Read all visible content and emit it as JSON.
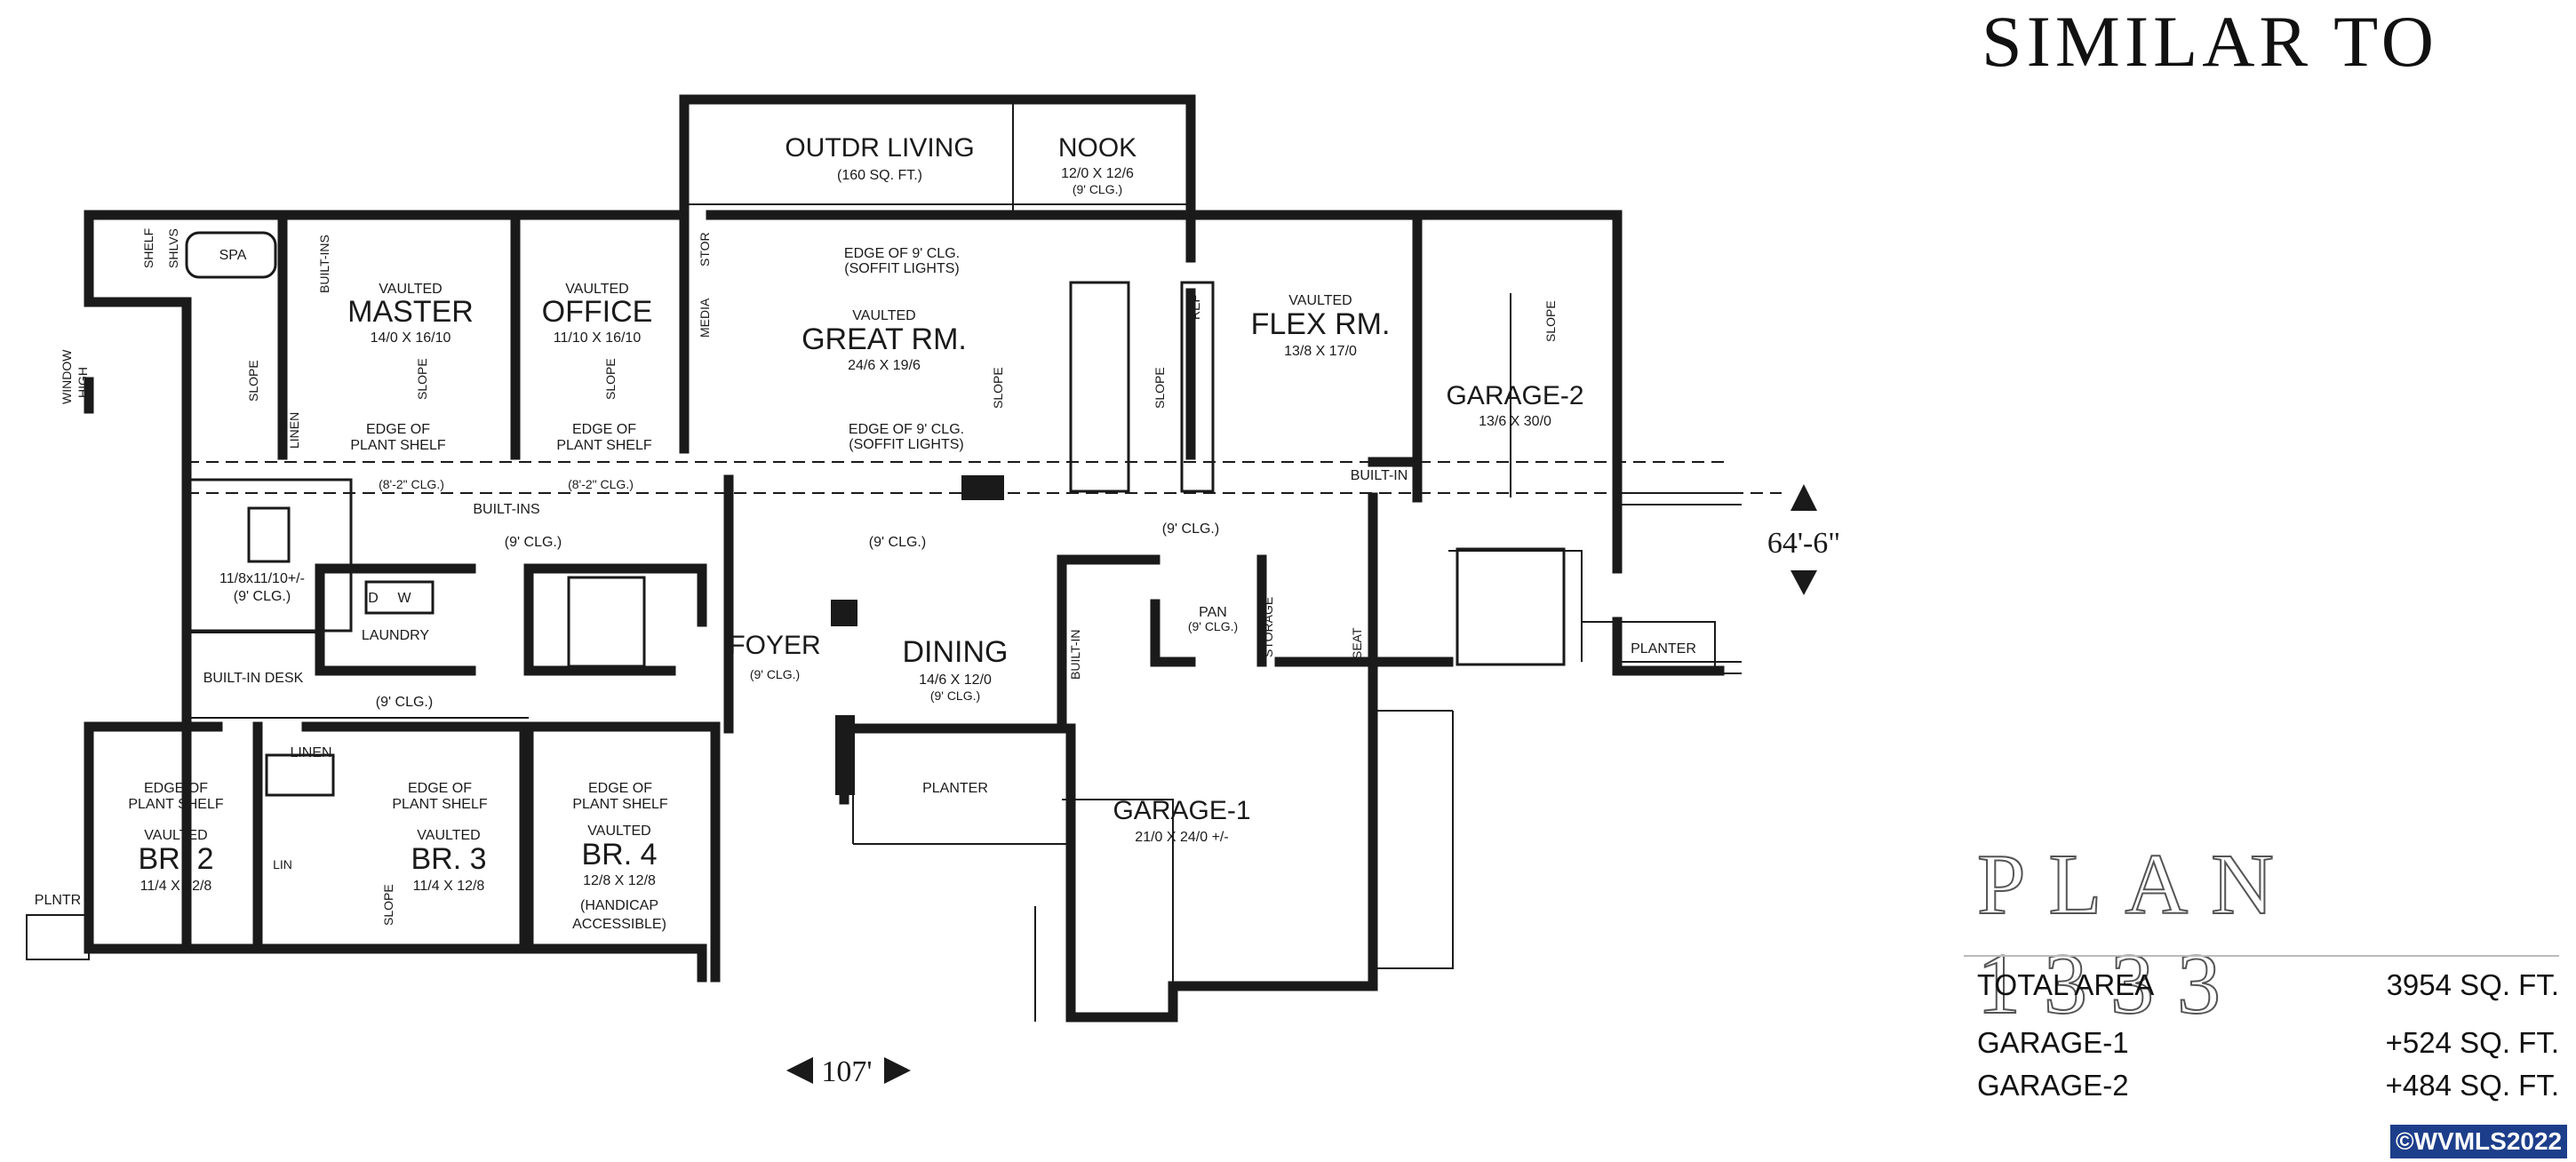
{
  "header": {
    "title": "SIMILAR TO"
  },
  "plan": {
    "number": "PLAN 1333",
    "total_area_label": "TOTAL AREA",
    "total_area_value": "3954 SQ. FT.",
    "garage1_label": "GARAGE-1",
    "garage1_value": "+524 SQ. FT.",
    "garage2_label": "GARAGE-2",
    "garage2_value": "+484 SQ. FT."
  },
  "copyright": "©WVMLS2022",
  "dimensions": {
    "width": "107'",
    "depth": "64'-6\""
  },
  "rooms": {
    "outdoor_living": {
      "name": "OUTDR LIVING",
      "size": "(160 SQ. FT.)"
    },
    "nook": {
      "name": "NOOK",
      "size": "12/0 X 12/6",
      "ceiling": "(9' CLG.)"
    },
    "master": {
      "vaulted": "VAULTED",
      "name": "MASTER",
      "size": "14/0 X 16/10"
    },
    "office": {
      "vaulted": "VAULTED",
      "name": "OFFICE",
      "size": "11/10 X 16/10"
    },
    "great_room": {
      "vaulted": "VAULTED",
      "name": "GREAT RM.",
      "size": "24/6 X 19/6"
    },
    "flex_room": {
      "vaulted": "VAULTED",
      "name": "FLEX RM.",
      "size": "13/8 X 17/0"
    },
    "garage2": {
      "name": "GARAGE-2",
      "size": "13/6 X 30/0"
    },
    "foyer": {
      "name": "FOYER",
      "ceiling": "(9' CLG.)"
    },
    "dining": {
      "name": "DINING",
      "size": "14/6 X 12/0",
      "ceiling": "(9' CLG.)"
    },
    "garage1": {
      "name": "GARAGE-1",
      "size": "21/0 X 24/0 +/-"
    },
    "br2": {
      "vaulted": "VAULTED",
      "name": "BR. 2",
      "size": "11/4 X 12/8"
    },
    "br3": {
      "vaulted": "VAULTED",
      "name": "BR. 3",
      "size": "11/4 X 12/8"
    },
    "br4": {
      "vaulted": "VAULTED",
      "name": "BR. 4",
      "size": "12/8 X 12/8",
      "note1": "(HANDICAP",
      "note2": "ACCESSIBLE)"
    },
    "closet": {
      "size1": "11/8x11/10+/-",
      "size2": "(9' CLG.)"
    }
  },
  "labels": {
    "spa": "SPA",
    "shelf": "SHELF",
    "shlvs": "SHLVS",
    "built_ins": "BUILT-INS",
    "built_in": "BUILT-IN",
    "built_in_desk": "BUILT-IN DESK",
    "window_high_1": "WINDOW",
    "window_high_2": "HIGH",
    "slope": "SLOPE",
    "linen": "LINEN",
    "lin": "LIN",
    "laundry": "LAUNDRY",
    "d": "D",
    "w": "W",
    "stor": "STOR",
    "media": "MEDIA",
    "ref": "REF",
    "storage": "STORAGE",
    "seat": "SEAT",
    "pan": "PAN",
    "pan_clg": "(9' CLG.)",
    "planter": "PLANTER",
    "plntr": "PLNTR",
    "nine_clg": "(9' CLG.)",
    "eight2_clg": "(8'-2\" CLG.)",
    "edge_plant_1": "EDGE OF",
    "edge_plant_2": "PLANT SHELF",
    "soffit_1": "EDGE OF 9' CLG.",
    "soffit_2": "(SOFFIT LIGHTS)"
  }
}
